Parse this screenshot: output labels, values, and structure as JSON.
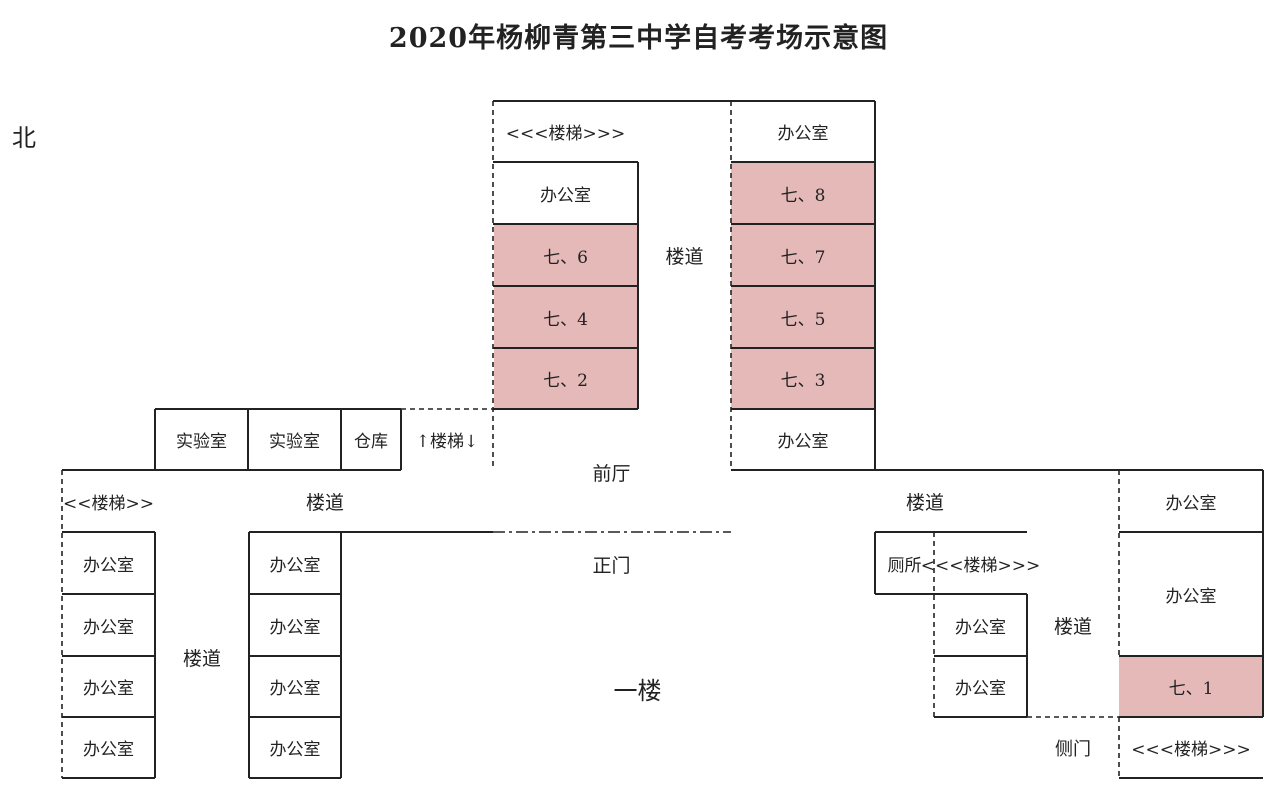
{
  "title": "2020年杨柳青第三中学自考考场示意图",
  "compass": "北",
  "floor_label": "一楼",
  "colors": {
    "exam_room_fill": "#e6b9b9",
    "line": "#222222"
  },
  "labels": {
    "stairs_top": "<<<楼梯>>>",
    "office_top_right": "办公室",
    "office_top_left": "办公室",
    "corridor_top": "楼道",
    "room_7_8": "七、8",
    "room_7_6": "七、6",
    "room_7_7": "七、7",
    "room_7_4": "七、4",
    "room_7_5": "七、5",
    "room_7_2": "七、2",
    "room_7_3": "七、3",
    "lab_1": "实验室",
    "lab_2": "实验室",
    "storage": "仓库",
    "stairs_mid": "↑楼梯↓",
    "office_mid_right": "办公室",
    "lobby": "前厅",
    "stairs_left": "<<楼梯>>",
    "corridor_left": "楼道",
    "corridor_right": "楼道",
    "office_far_right_top": "办公室",
    "main_gate": "正门",
    "restroom": "厕所",
    "stairs_right": "<<<楼梯>>>",
    "office_far_right_big": "办公室",
    "corridor_right_vertical": "楼道",
    "corridor_left_vertical": "楼道",
    "left_col_offices": [
      "办公室",
      "办公室",
      "办公室",
      "办公室"
    ],
    "mid_col_offices": [
      "办公室",
      "办公室",
      "办公室",
      "办公室"
    ],
    "right_offices": [
      "办公室",
      "办公室"
    ],
    "room_7_1": "七、1",
    "side_gate": "侧门",
    "stairs_bottom_right": "<<<楼梯>>>"
  }
}
